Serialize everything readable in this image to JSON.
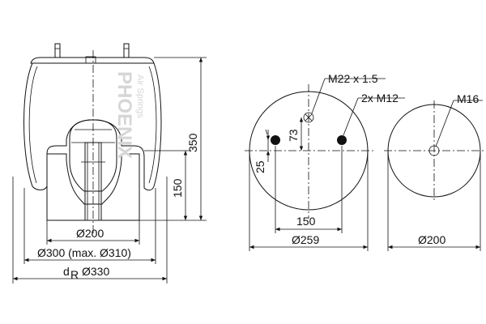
{
  "watermark": {
    "brand": "PHOENIX",
    "tagline": "Air Springs"
  },
  "side_view": {
    "height_total": "350",
    "height_piston": "150",
    "dia_piston": "Ø200",
    "dia_bellows": "Ø300 (max. Ø310)",
    "dia_dr_prefix": "d",
    "dia_dr_sub": "R",
    "dia_dr_value": "Ø330"
  },
  "top_plate": {
    "thread_air": "M22 x 1.5",
    "thread_studs": "2x M12",
    "offset_73": "73",
    "offset_25": "25",
    "spacing_150": "150",
    "dia_259": "Ø259"
  },
  "bottom_plate": {
    "thread_center": "M16",
    "dia_200": "Ø200"
  },
  "colors": {
    "line": "#111111",
    "hatch": "#333333",
    "watermark": "#d6d6d6"
  }
}
